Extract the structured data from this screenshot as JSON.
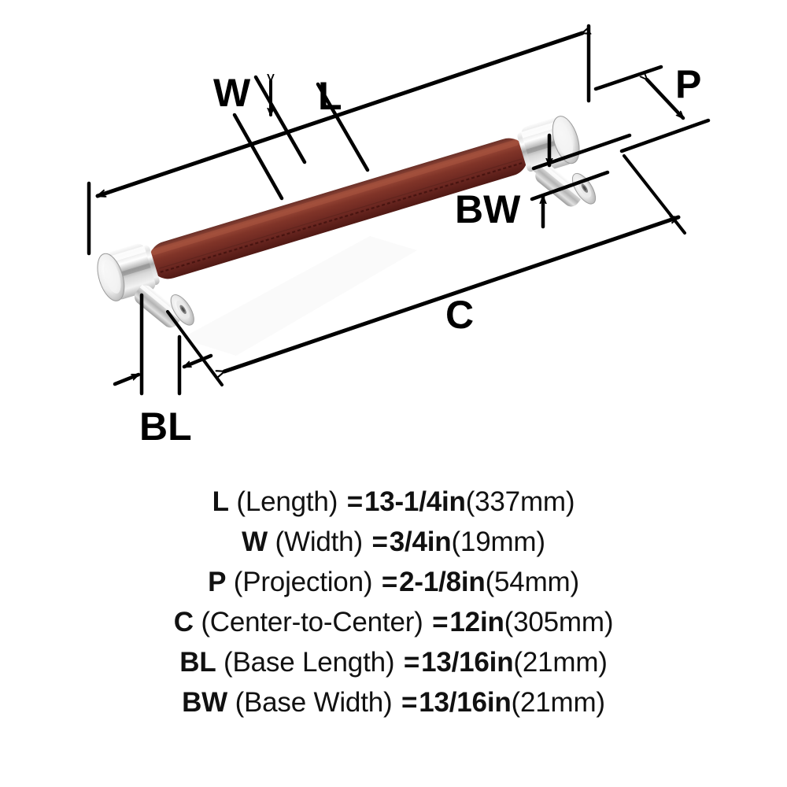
{
  "diagram": {
    "title": "cabinet-pull-dimension-diagram",
    "colors": {
      "leather_dark": "#5d241c",
      "leather_mid": "#7d3226",
      "leather_light": "#a2503c",
      "chrome_light": "#f3f3f3",
      "chrome_mid": "#c9c9c9",
      "chrome_dark": "#8d8d8d",
      "line": "#000000",
      "background": "#ffffff"
    },
    "callouts": [
      {
        "id": "W",
        "label": "W",
        "name": "width-callout"
      },
      {
        "id": "L",
        "label": "L",
        "name": "length-callout"
      },
      {
        "id": "P",
        "label": "P",
        "name": "projection-callout"
      },
      {
        "id": "BW",
        "label": "BW",
        "name": "base-width-callout"
      },
      {
        "id": "C",
        "label": "C",
        "name": "center-to-center-callout"
      },
      {
        "id": "BL",
        "label": "BL",
        "name": "base-length-callout"
      }
    ]
  },
  "specs": [
    {
      "symbol": "L",
      "name": "(Length)",
      "eq": "=",
      "value": "13-1/4in",
      "metric": "(337mm)"
    },
    {
      "symbol": "W",
      "name": "(Width)",
      "eq": "=",
      "value": "3/4in",
      "metric": "(19mm)"
    },
    {
      "symbol": "P",
      "name": "(Projection)",
      "eq": "=",
      "value": "2-1/8in",
      "metric": "(54mm)"
    },
    {
      "symbol": "C",
      "name": "(Center-to-Center)",
      "eq": "=",
      "value": "12in",
      "metric": "(305mm)"
    },
    {
      "symbol": "BL",
      "name": "(Base Length)",
      "eq": "=",
      "value": "13/16in",
      "metric": "(21mm)"
    },
    {
      "symbol": "BW",
      "name": "(Base Width)",
      "eq": "=",
      "value": "13/16in",
      "metric": "(21mm)"
    }
  ]
}
